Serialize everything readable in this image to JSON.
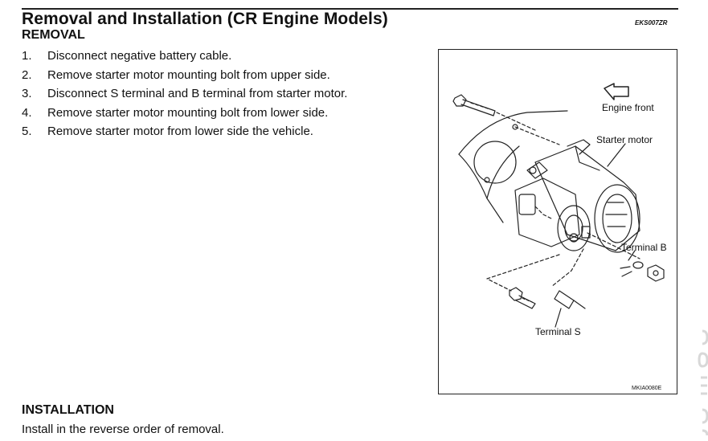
{
  "header": {
    "title": "Removal and Installation (CR Engine Models)",
    "code": "EKS007ZR"
  },
  "removal": {
    "heading": "REMOVAL",
    "steps": [
      {
        "num": "1.",
        "text": "Disconnect negative battery cable."
      },
      {
        "num": "2.",
        "text": "Remove starter motor mounting bolt from upper side."
      },
      {
        "num": "3.",
        "text": "Disconnect S terminal and B terminal from starter motor."
      },
      {
        "num": "4.",
        "text": "Remove starter motor mounting bolt from lower side."
      },
      {
        "num": "5.",
        "text": "Remove starter motor from lower side the vehicle."
      }
    ]
  },
  "figure": {
    "labels": {
      "engine_front": "Engine front",
      "starter_motor": "Starter motor",
      "terminal_b": "Terminal B",
      "terminal_s": "Terminal S"
    },
    "code": "MKIA0080E",
    "icons": [
      "engine-front-arrow-icon"
    ]
  },
  "installation": {
    "heading": "INSTALLATION",
    "text": "Install in the reverse order of removal."
  }
}
